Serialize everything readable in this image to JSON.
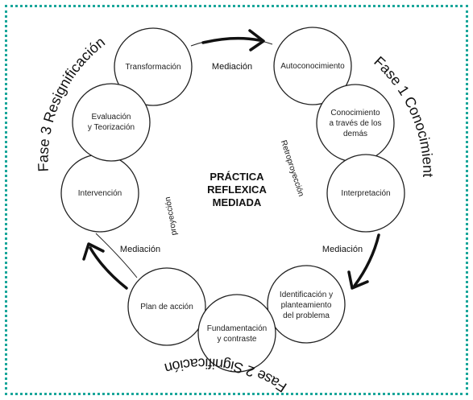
{
  "center_title": [
    "PRÁCTICA",
    "REFLEXICA",
    "MEDIADA"
  ],
  "phases": {
    "phase1": "Fase 1 Conocimiento",
    "phase2": "Fase 2 Significación",
    "phase3": "Fase 3 Resignificación"
  },
  "mediation": {
    "top": "Mediación",
    "right": "Mediación",
    "left": "Mediación"
  },
  "projections": {
    "retro": "Retroproyección",
    "pro": "proyección"
  },
  "nodes": [
    {
      "id": "transformacion",
      "lines": [
        "Transformación"
      ]
    },
    {
      "id": "autoconocimiento",
      "lines": [
        "Autoconocimiento"
      ]
    },
    {
      "id": "conocimiento-demas",
      "lines": [
        "Conocimiento",
        "a través de los",
        "demás"
      ]
    },
    {
      "id": "interpretacion",
      "lines": [
        "Interpretación"
      ]
    },
    {
      "id": "identificacion",
      "lines": [
        "Identificación y",
        "planteamiento",
        "del problema"
      ]
    },
    {
      "id": "fundamentacion",
      "lines": [
        "Fundamentación",
        "y contraste"
      ]
    },
    {
      "id": "plan-accion",
      "lines": [
        "Plan de acción"
      ]
    },
    {
      "id": "intervencion",
      "lines": [
        "Intervención"
      ]
    },
    {
      "id": "evaluacion",
      "lines": [
        "Evaluación",
        "y Teorización"
      ]
    }
  ],
  "colors": {
    "border": "#1aa69a",
    "stroke": "#111111"
  }
}
